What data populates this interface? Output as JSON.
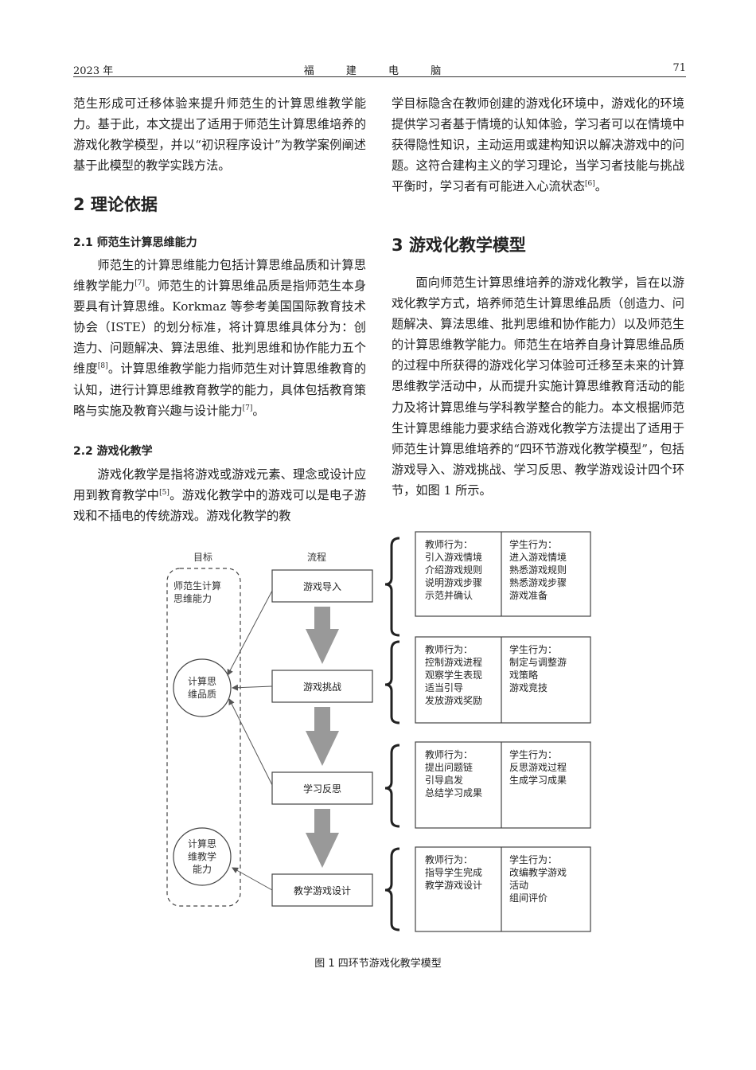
{
  "header": {
    "year": "2023 年",
    "journal": "福 建 电 脑",
    "page": "71"
  },
  "left": {
    "intro": "范生形成可迁移体验来提升师范生的计算思维教学能力。基于此，本文提出了适用于师范生计算思维培养的游戏化教学模型，并以“初识程序设计”为教学案例阐述基于此模型的教学实践方法。",
    "h_sec2": "2  理论依据",
    "h_21": "2.1  师范生计算思维能力",
    "p21_a": "师范生的计算思维能力包括计算思维品质和计算思维教学能力",
    "p21_ref1": "[7]",
    "p21_b": "。师范生的计算思维品质是指师范生本身要具有计算思维。Korkmaz 等参考美国国际教育技术协会（ISTE）的划分标准，将计算思维具体分为：创造力、问题解决、算法思维、批判思维和协作能力五个维度",
    "p21_ref2": "[8]",
    "p21_c": "。计算思维教学能力指师范生对计算思维教育的认知，进行计算思维教育教学的能力，具体包括教育策略与实施及教育兴趣与设计能力",
    "p21_ref3": "[7]",
    "p21_d": "。",
    "h_22": "2.2  游戏化教学",
    "p22_a": "游戏化教学是指将游戏或游戏元素、理念或设计应用到教育教学中",
    "p22_ref1": "[5]",
    "p22_b": "。游戏化教学中的游戏可以是电子游戏和不插电的传统游戏。游戏化教学的教"
  },
  "right": {
    "p_cont_a": "学目标隐含在教师创建的游戏化环境中，游戏化的环境提供学习者基于情境的认知体验，学习者可以在情境中获得隐性知识，主动运用或建构知识以解决游戏中的问题。这符合建构主义的学习理论，当学习者技能与挑战平衡时，学习者有可能进入心流状态",
    "p_cont_ref": "[6]",
    "p_cont_b": "。",
    "h_sec3": "3  游戏化教学模型",
    "p3": "面向师范生计算思维培养的游戏化教学，旨在以游戏化教学方式，培养师范生计算思维品质（创造力、问题解决、算法思维、批判思维和协作能力）以及师范生的计算思维教学能力。师范生在培养自身计算思维品质的过程中所获得的游戏化学习体验可迁移至未来的计算思维教学活动中，从而提升实施计算思维教育活动的能力及将计算思维与学科教学整合的能力。本文根据师范生计算思维能力要求结合游戏化教学方法提出了适用于师范生计算思维培养的“四环节游戏化教学模型”，包括游戏导入、游戏挑战、学习反思、教学游戏设计四个环节，如图 1 所示。"
  },
  "figure": {
    "col_goal": "目标",
    "col_flow": "流程",
    "goal_box_lines": [
      "师范生计算",
      "思维能力"
    ],
    "circle_quality": [
      "计算思",
      "维品质"
    ],
    "circle_teaching": [
      "计算思",
      "维教学",
      "能力"
    ],
    "stages": [
      "游戏导入",
      "游戏挑战",
      "学习反思",
      "教学游戏设计"
    ],
    "teacher": [
      [
        "教师行为：",
        "引入游戏情境",
        "介绍游戏规则",
        "说明游戏步骤",
        "示范并确认"
      ],
      [
        "教师行为：",
        "控制游戏进程",
        "观察学生表现",
        "适当引导",
        "发放游戏奖励"
      ],
      [
        "教师行为：",
        "提出问题链",
        "引导启发",
        "总结学习成果"
      ],
      [
        "教师行为：",
        "指导学生完成",
        "教学游戏设计"
      ]
    ],
    "student": [
      [
        "学生行为：",
        "进入游戏情境",
        "熟悉游戏规则",
        "熟悉游戏步骤",
        "游戏准备"
      ],
      [
        "学生行为：",
        "制定与调整游",
        "戏策略",
        "游戏竞技"
      ],
      [
        "学生行为：",
        "反思游戏过程",
        "生成学习成果"
      ],
      [
        "学生行为：",
        "改编教学游戏",
        "活动",
        "组间评价"
      ]
    ],
    "caption": "图 1  四环节游戏化教学模型"
  }
}
